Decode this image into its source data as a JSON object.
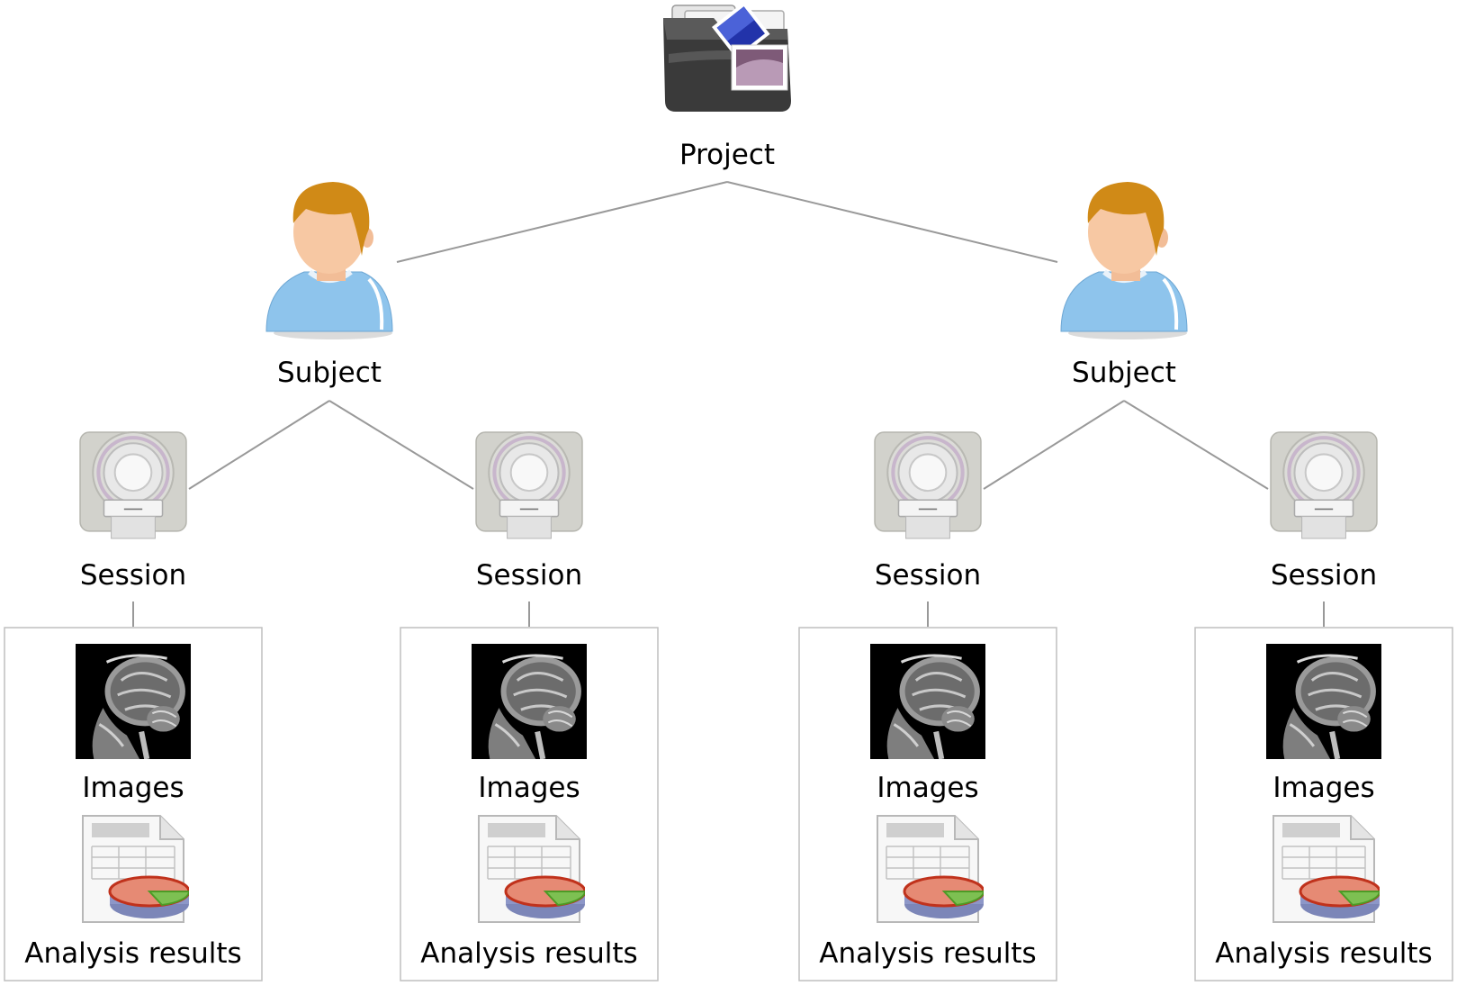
{
  "project": {
    "label": "Project",
    "icon": "folder-icon"
  },
  "subjects": [
    {
      "label": "Subject",
      "icon": "person-icon",
      "sessions": [
        {
          "label": "Session",
          "icon": "mri-scanner-icon",
          "items": [
            {
              "label": "Images",
              "icon": "brain-mri-image-icon"
            },
            {
              "label": "Analysis results",
              "icon": "spreadsheet-pie-chart-icon"
            }
          ]
        },
        {
          "label": "Session",
          "icon": "mri-scanner-icon",
          "items": [
            {
              "label": "Images",
              "icon": "brain-mri-image-icon"
            },
            {
              "label": "Analysis results",
              "icon": "spreadsheet-pie-chart-icon"
            }
          ]
        }
      ]
    },
    {
      "label": "Subject",
      "icon": "person-icon",
      "sessions": [
        {
          "label": "Session",
          "icon": "mri-scanner-icon",
          "items": [
            {
              "label": "Images",
              "icon": "brain-mri-image-icon"
            },
            {
              "label": "Analysis results",
              "icon": "spreadsheet-pie-chart-icon"
            }
          ]
        },
        {
          "label": "Session",
          "icon": "mri-scanner-icon",
          "items": [
            {
              "label": "Images",
              "icon": "brain-mri-image-icon"
            },
            {
              "label": "Analysis results",
              "icon": "spreadsheet-pie-chart-icon"
            }
          ]
        }
      ]
    }
  ],
  "colors": {
    "connector": "#999999",
    "box_border": "#bfbfbf",
    "skin": "#f7c8a3",
    "hair": "#d08a17",
    "shirt": "#8ec4ec",
    "scanner": "#d2d2cc",
    "folder": "#2d2d2d"
  }
}
